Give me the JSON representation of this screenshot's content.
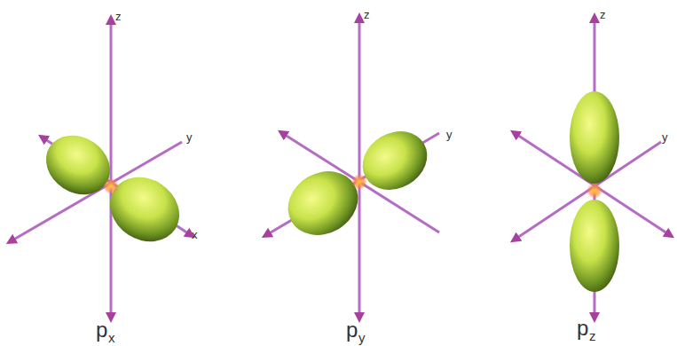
{
  "diagram": {
    "labels": [
      "z",
      "y",
      "x",
      "z",
      "y",
      "z",
      "y",
      "p",
      "x",
      "p",
      "y",
      "p",
      "z"
    ]
  }
}
